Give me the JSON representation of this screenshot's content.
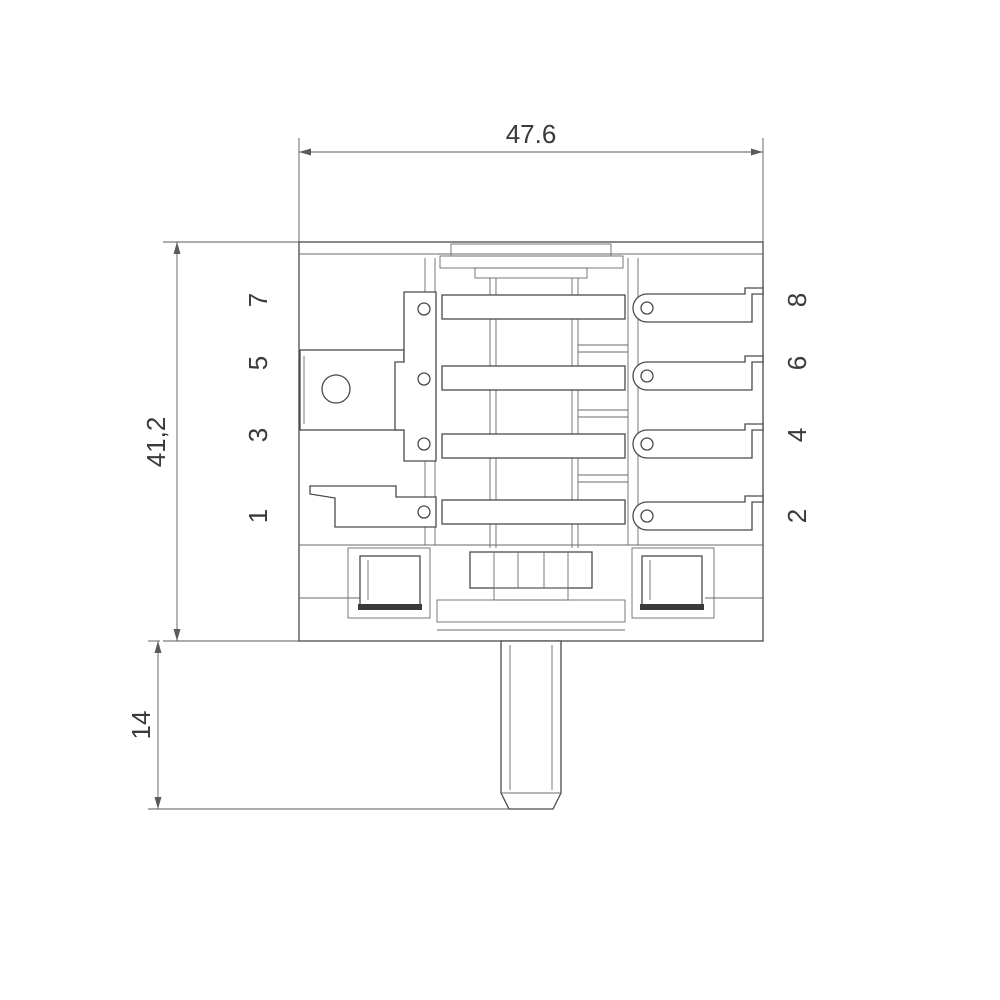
{
  "dimensions": {
    "width": "47.6",
    "height": "41,2",
    "shaft": "14"
  },
  "terminals": {
    "left": [
      "7",
      "5",
      "3",
      "1"
    ],
    "right": [
      "8",
      "6",
      "4",
      "2"
    ]
  }
}
